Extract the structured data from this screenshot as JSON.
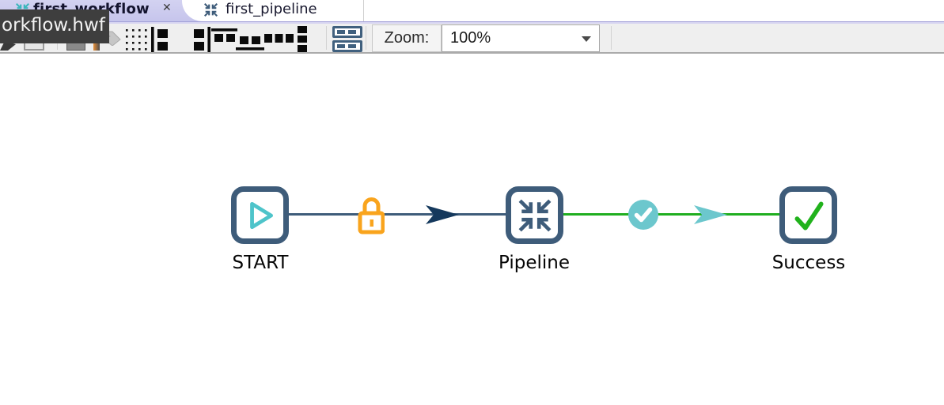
{
  "tabs": {
    "active": {
      "label": "first_workflow",
      "close_glyph": "✕",
      "icon": "workflow-converge-icon"
    },
    "inactive": {
      "label": "first_pipeline",
      "icon": "pipeline-converge-icon"
    }
  },
  "tooltip": {
    "text": "orkflow.hwf"
  },
  "toolbar": {
    "zoom": {
      "label": "Zoom:",
      "value": "100%"
    },
    "icons": [
      "snap-to-grid",
      "align-left",
      "align-right",
      "align-top",
      "align-bottom",
      "distribute-horizontally",
      "distribute-vertically",
      "show-execution-results"
    ]
  },
  "canvas": {
    "nodes": [
      {
        "label": "START",
        "icon": "play-icon"
      },
      {
        "label": "Pipeline",
        "icon": "converge-arrows-icon"
      },
      {
        "label": "Success",
        "icon": "check-icon"
      }
    ],
    "hops": [
      {
        "from": "START",
        "to": "Pipeline",
        "decoration": "lock-icon",
        "line_color": "#3e5c7a",
        "arrow_color": "#15395d"
      },
      {
        "from": "Pipeline",
        "to": "Success",
        "decoration": "check-circle-icon",
        "line_color": "#1fae1f",
        "arrow_color": "#6cc7cd"
      }
    ]
  },
  "colors": {
    "node_border": "#3e5c7a",
    "teal": "#4ec4ca",
    "green": "#21b21c",
    "orange": "#f9a41d",
    "arrow_navy": "#15395d",
    "tab_selected_bg": "#c9c8ed",
    "toolbar_bg": "#efefef",
    "tooltip_bg": "#3e3e3e"
  }
}
